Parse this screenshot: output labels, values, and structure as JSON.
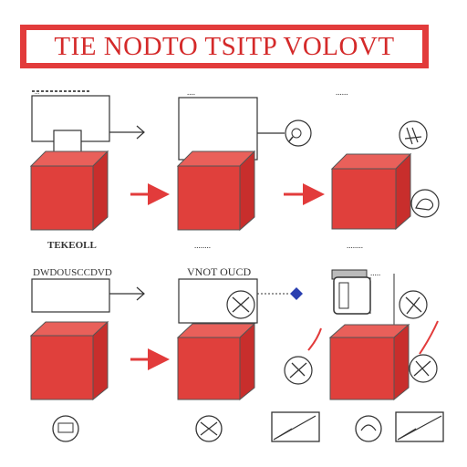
{
  "title": "TIE NODTO TSITP VOLOVT",
  "colors": {
    "accent": "#e23b3b",
    "box_front": "#e0403c",
    "box_top": "#e9605a",
    "box_side": "#c82e2c",
    "line": "#333333"
  },
  "panels": [
    {
      "caption": "TEKEOLL",
      "header": "..."
    },
    {
      "caption": "........",
      "header": "...."
    },
    {
      "caption": "........",
      "header": "......"
    },
    {
      "caption": "",
      "header": "DWDOUSCCDVD"
    },
    {
      "caption": "",
      "header": "VNOT OUCD"
    },
    {
      "caption": "",
      "header": "....."
    }
  ],
  "icons": [
    "magnifier-icon",
    "tool-icon",
    "hand-icon",
    "scissors-icon",
    "scissors-icon",
    "tool-icon",
    "tool-icon",
    "tool-icon",
    "envelope-icon",
    "tool-icon",
    "envelope-icon",
    "diamond-icon"
  ]
}
